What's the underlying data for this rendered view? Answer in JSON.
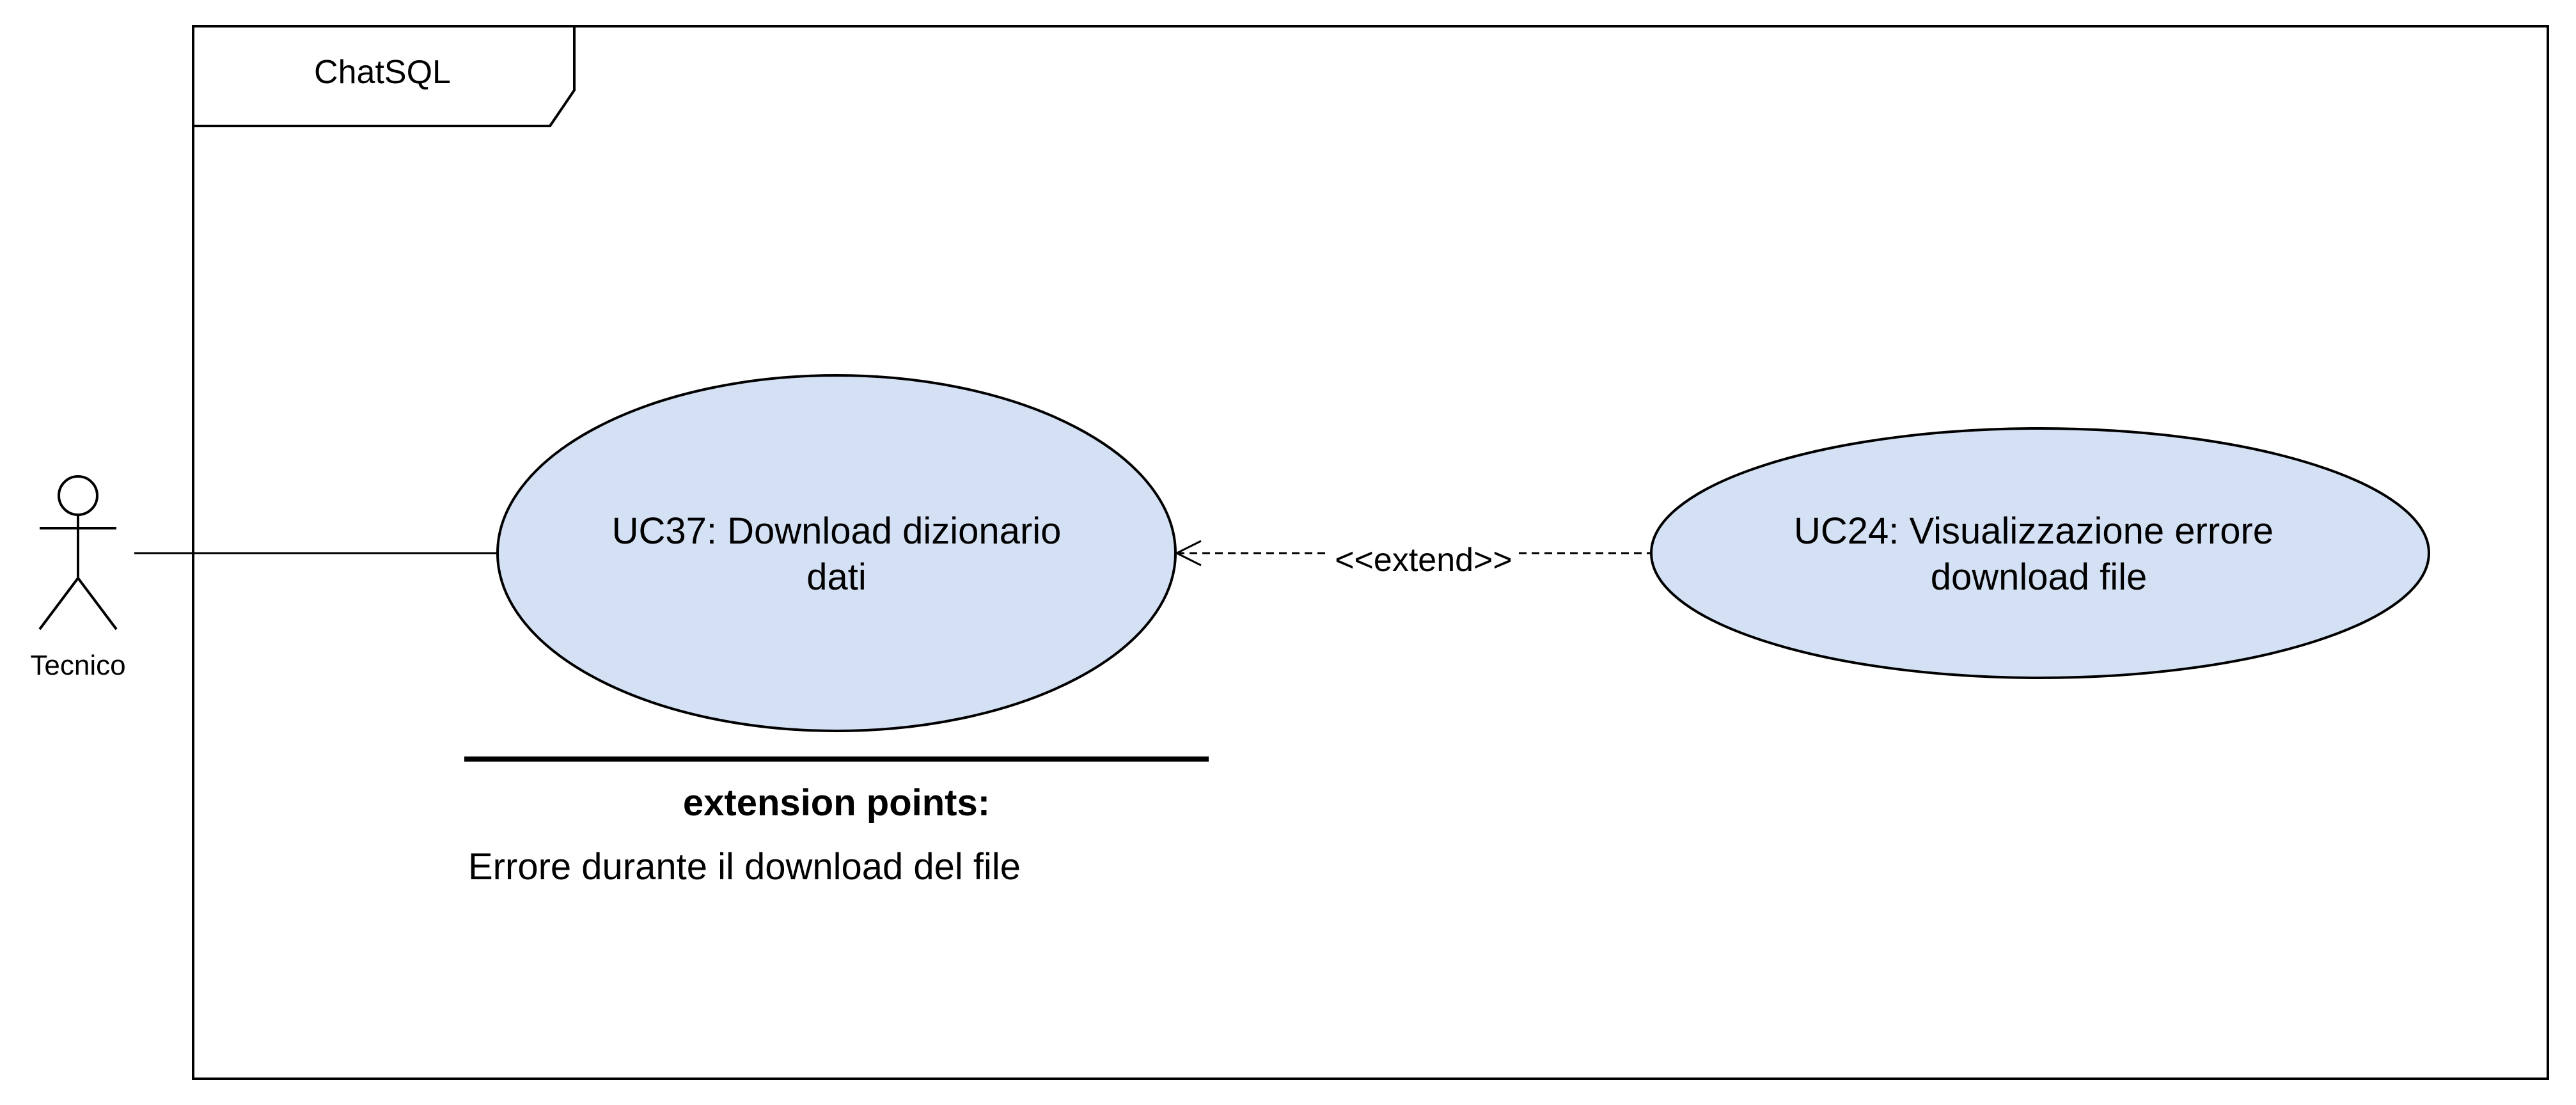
{
  "system": {
    "name": "ChatSQL"
  },
  "actor": {
    "name": "Tecnico"
  },
  "use_cases": [
    {
      "id_label_line1": "UC37: Download dizionario",
      "id_label_line2": "dati",
      "fill": "#d4e1f5"
    },
    {
      "id_label_line1": "UC24: Visualizzazione errore",
      "id_label_line2": "download file",
      "fill": "#d4e1f5"
    }
  ],
  "relation": {
    "label": "<<extend>>"
  },
  "extension_points": {
    "heading": "extension points:",
    "items": [
      "Errore durante il download del file"
    ]
  },
  "colors": {
    "stroke": "#000000",
    "use_case_fill": "#d4e1f5",
    "background": "#ffffff"
  }
}
